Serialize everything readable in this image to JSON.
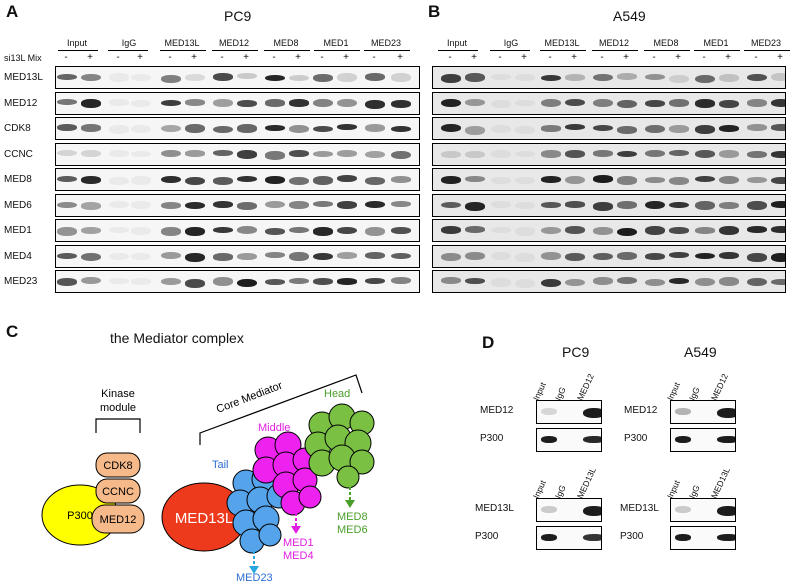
{
  "panels": {
    "a": {
      "letter": "A",
      "title": "PC9"
    },
    "b": {
      "letter": "B",
      "title": "A549"
    },
    "c": {
      "letter": "C",
      "title": "the Mediator complex"
    },
    "d": {
      "letter": "D",
      "title_left": "PC9",
      "title_right": "A549"
    }
  },
  "blot": {
    "groups": [
      "Input",
      "IgG",
      "MED13L",
      "MED12",
      "MED8",
      "MED1",
      "MED23"
    ],
    "si_label": "si13L Mix",
    "minus": "-",
    "plus": "+",
    "rows": [
      "MED13L",
      "MED12",
      "CDK8",
      "CCNC",
      "MED8",
      "MED6",
      "MED1",
      "MED4",
      "MED23"
    ]
  },
  "diagram": {
    "core_mediator": "Core Mediator",
    "kinase_module": "Kinase\nmodule",
    "cdk8": "CDK8",
    "ccnc": "CCNC",
    "med12": "MED12",
    "p300": "P300",
    "med13l": "MED13L",
    "tail": "Tail",
    "middle": "Middle",
    "head": "Head",
    "tail_sub": "MED23",
    "middle_sub1": "MED1",
    "middle_sub2": "MED4",
    "head_sub1": "MED8",
    "head_sub2": "MED6",
    "colors": {
      "p300": "#ffff00",
      "kinase": "#f5b98a",
      "med13l": "#ee3a1c",
      "tail": "#55a3ea",
      "middle": "#ee22ee",
      "head": "#7ac043",
      "tail_text": "#2e6fd3",
      "middle_text": "#e020e0",
      "head_text": "#4a9e2a"
    }
  },
  "coip": {
    "lanes_med12": [
      "Input",
      "IgG",
      "MED12"
    ],
    "lanes_med13l": [
      "Input",
      "IgG",
      "MED13L"
    ],
    "rows_top": [
      "MED12",
      "P300"
    ],
    "rows_bottom": [
      "MED13L",
      "P300"
    ]
  }
}
